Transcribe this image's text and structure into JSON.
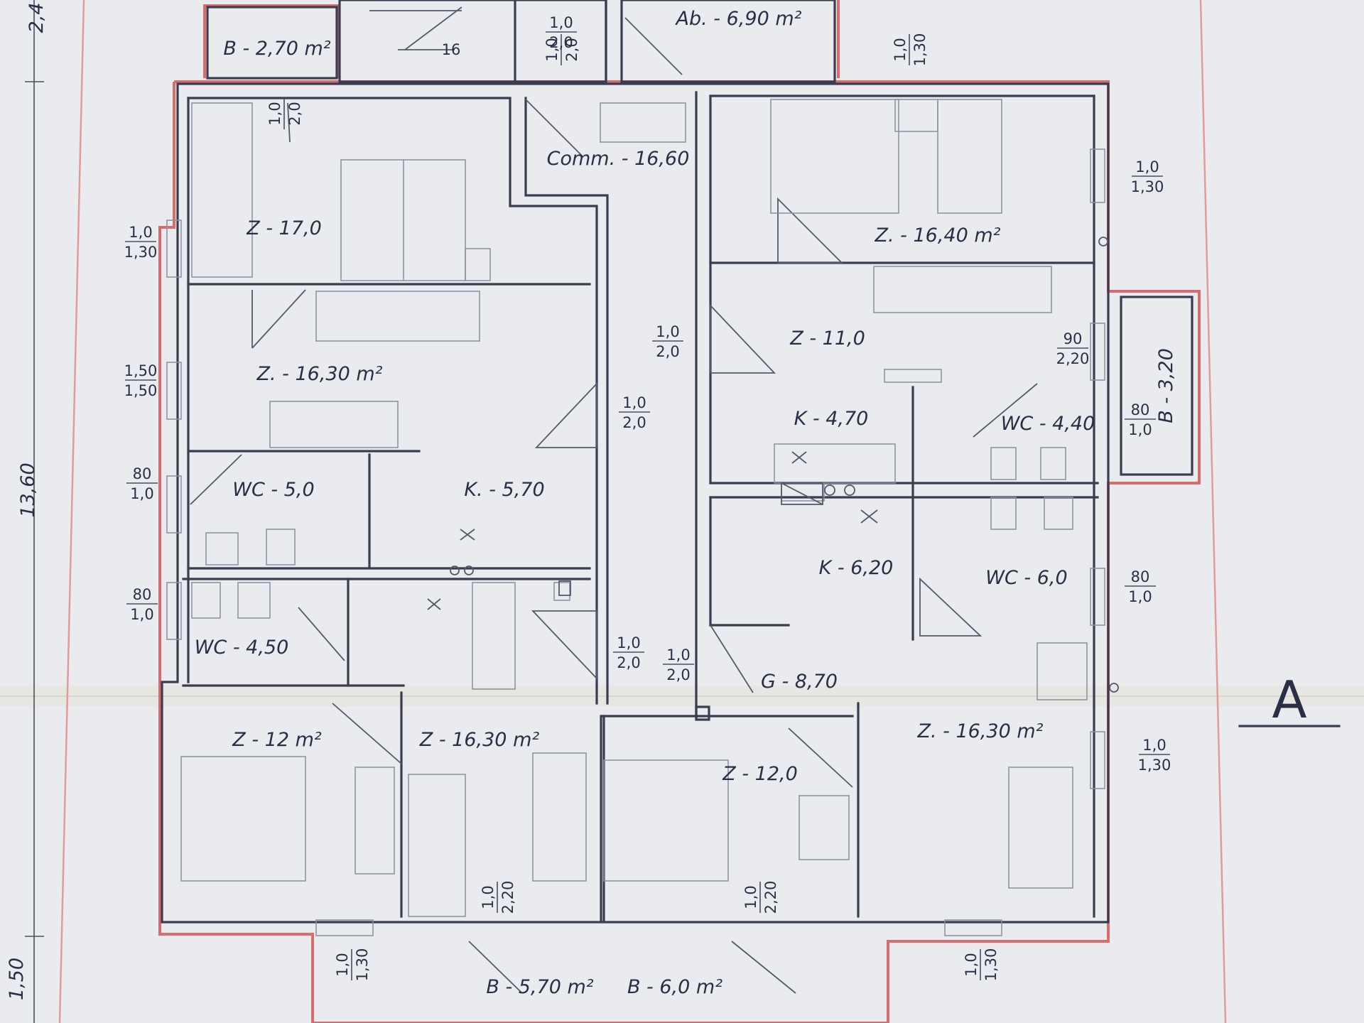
{
  "room_labels": {
    "top_balcony": "B - 2,70 m²",
    "top_stair_count": "16",
    "top_right_area": "Ab. - 6,90 m²",
    "comm": "Comm. - 16,60",
    "z_170": "Z - 17,0",
    "z_1630_left": "Z. - 16,30 m²",
    "wc_50": "WC - 5,0",
    "k_570": "K. - 5,70",
    "wc_450": "WC - 4,50",
    "z_12": "Z - 12 m²",
    "z_1630_bottom": "Z - 16,30 m²",
    "z_1640": "Z. - 16,40 m²",
    "z_110": "Z - 11,0",
    "k_470": "K - 4,70",
    "wc_440": "WC - 4,40",
    "k_620": "K - 6,20",
    "wc_60": "WC - 6,0",
    "g_870": "G - 8,70",
    "z_120": "Z - 12,0",
    "z_1630_right": "Z. - 16,30 m²",
    "b_570": "B - 5,70 m²",
    "b_60": "B - 6,0 m²",
    "b_320": "B - 3,20",
    "section_marker": "A"
  },
  "dimensions": {
    "overall_height": "13,60",
    "top_dim": "2,4",
    "bottom_dim": "1,50",
    "openings": [
      {
        "top": "1,0",
        "bottom": "2,0"
      },
      {
        "top": "1,0",
        "bottom": "1,30"
      },
      {
        "top": "1,0",
        "bottom": "2,0"
      },
      {
        "top": "1,0",
        "bottom": "1,30"
      },
      {
        "top": "1,0",
        "bottom": "1,30"
      },
      {
        "top": "1,50",
        "bottom": "1,50"
      },
      {
        "top": "1,0",
        "bottom": "2,0"
      },
      {
        "top": "80",
        "bottom": "1,0"
      },
      {
        "top": "80",
        "bottom": "1,0"
      },
      {
        "top": "1,0",
        "bottom": "2,0"
      },
      {
        "top": "1,0",
        "bottom": "2,0"
      },
      {
        "top": "1,0",
        "bottom": "2,0"
      },
      {
        "top": "90",
        "bottom": "2,20"
      },
      {
        "top": "80",
        "bottom": "1,0"
      },
      {
        "top": "80",
        "bottom": "1,0"
      },
      {
        "top": "1,0",
        "bottom": "1,30"
      },
      {
        "top": "1,0",
        "bottom": "2,20"
      },
      {
        "top": "1,0",
        "bottom": "2,20"
      },
      {
        "top": "1,0",
        "bottom": "1,30"
      },
      {
        "top": "1,0",
        "bottom": "1,30"
      },
      {
        "top": "1,0",
        "bottom": "2,0"
      }
    ]
  },
  "colors": {
    "paper": "#e9ebee",
    "ink": "#2a2f45",
    "red_outline": "#d96b6f"
  }
}
